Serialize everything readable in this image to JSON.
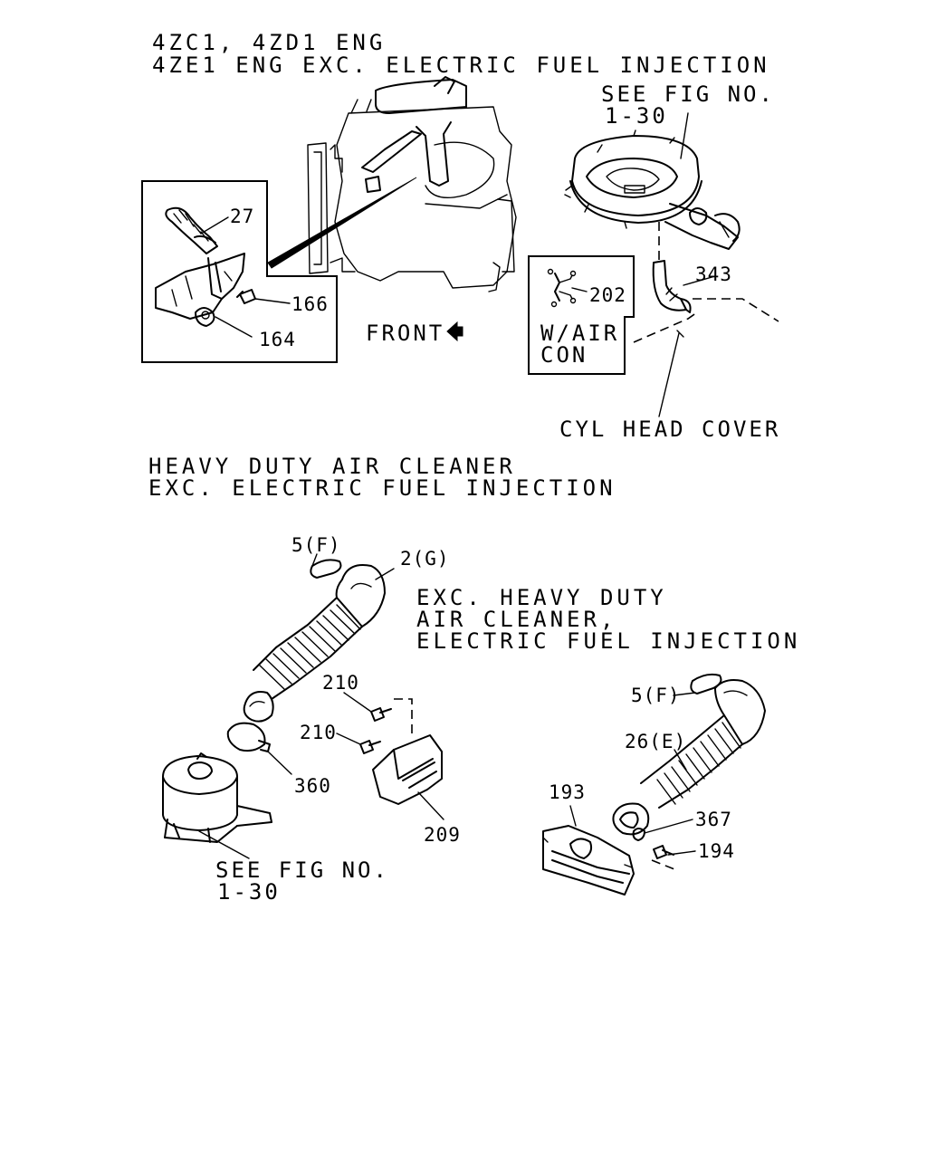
{
  "diagram": {
    "headings": {
      "top_line1": "4ZC1, 4ZD1 ENG",
      "top_line2": "4ZE1 ENG EXC. ELECTRIC FUEL INJECTION",
      "mid_line1": "HEAVY DUTY AIR CLEANER",
      "mid_line2": "EXC. ELECTRIC FUEL INJECTION",
      "right_line1": "EXC. HEAVY DUTY",
      "right_line2": "AIR CLEANER,",
      "right_line3": "ELECTRIC FUEL INJECTION"
    },
    "notes": {
      "see_fig_top_1": "SEE FIG NO.",
      "see_fig_top_2": "1-30",
      "front": "FRONT",
      "wair_1": "W/AIR",
      "wair_2": "CON",
      "cyl_head_cover": "CYL HEAD COVER",
      "see_fig_bottom_1": "SEE FIG NO.",
      "see_fig_bottom_2": "1-30"
    },
    "part_numbers": {
      "p27": "27",
      "p166": "166",
      "p164": "164",
      "p343": "343",
      "p202": "202",
      "p5f_left": "5(F)",
      "p2g": "2(G)",
      "p210_a": "210",
      "p210_b": "210",
      "p360": "360",
      "p209": "209",
      "p5f_right": "5(F)",
      "p26e": "26(E)",
      "p193": "193",
      "p367": "367",
      "p194": "194"
    }
  }
}
